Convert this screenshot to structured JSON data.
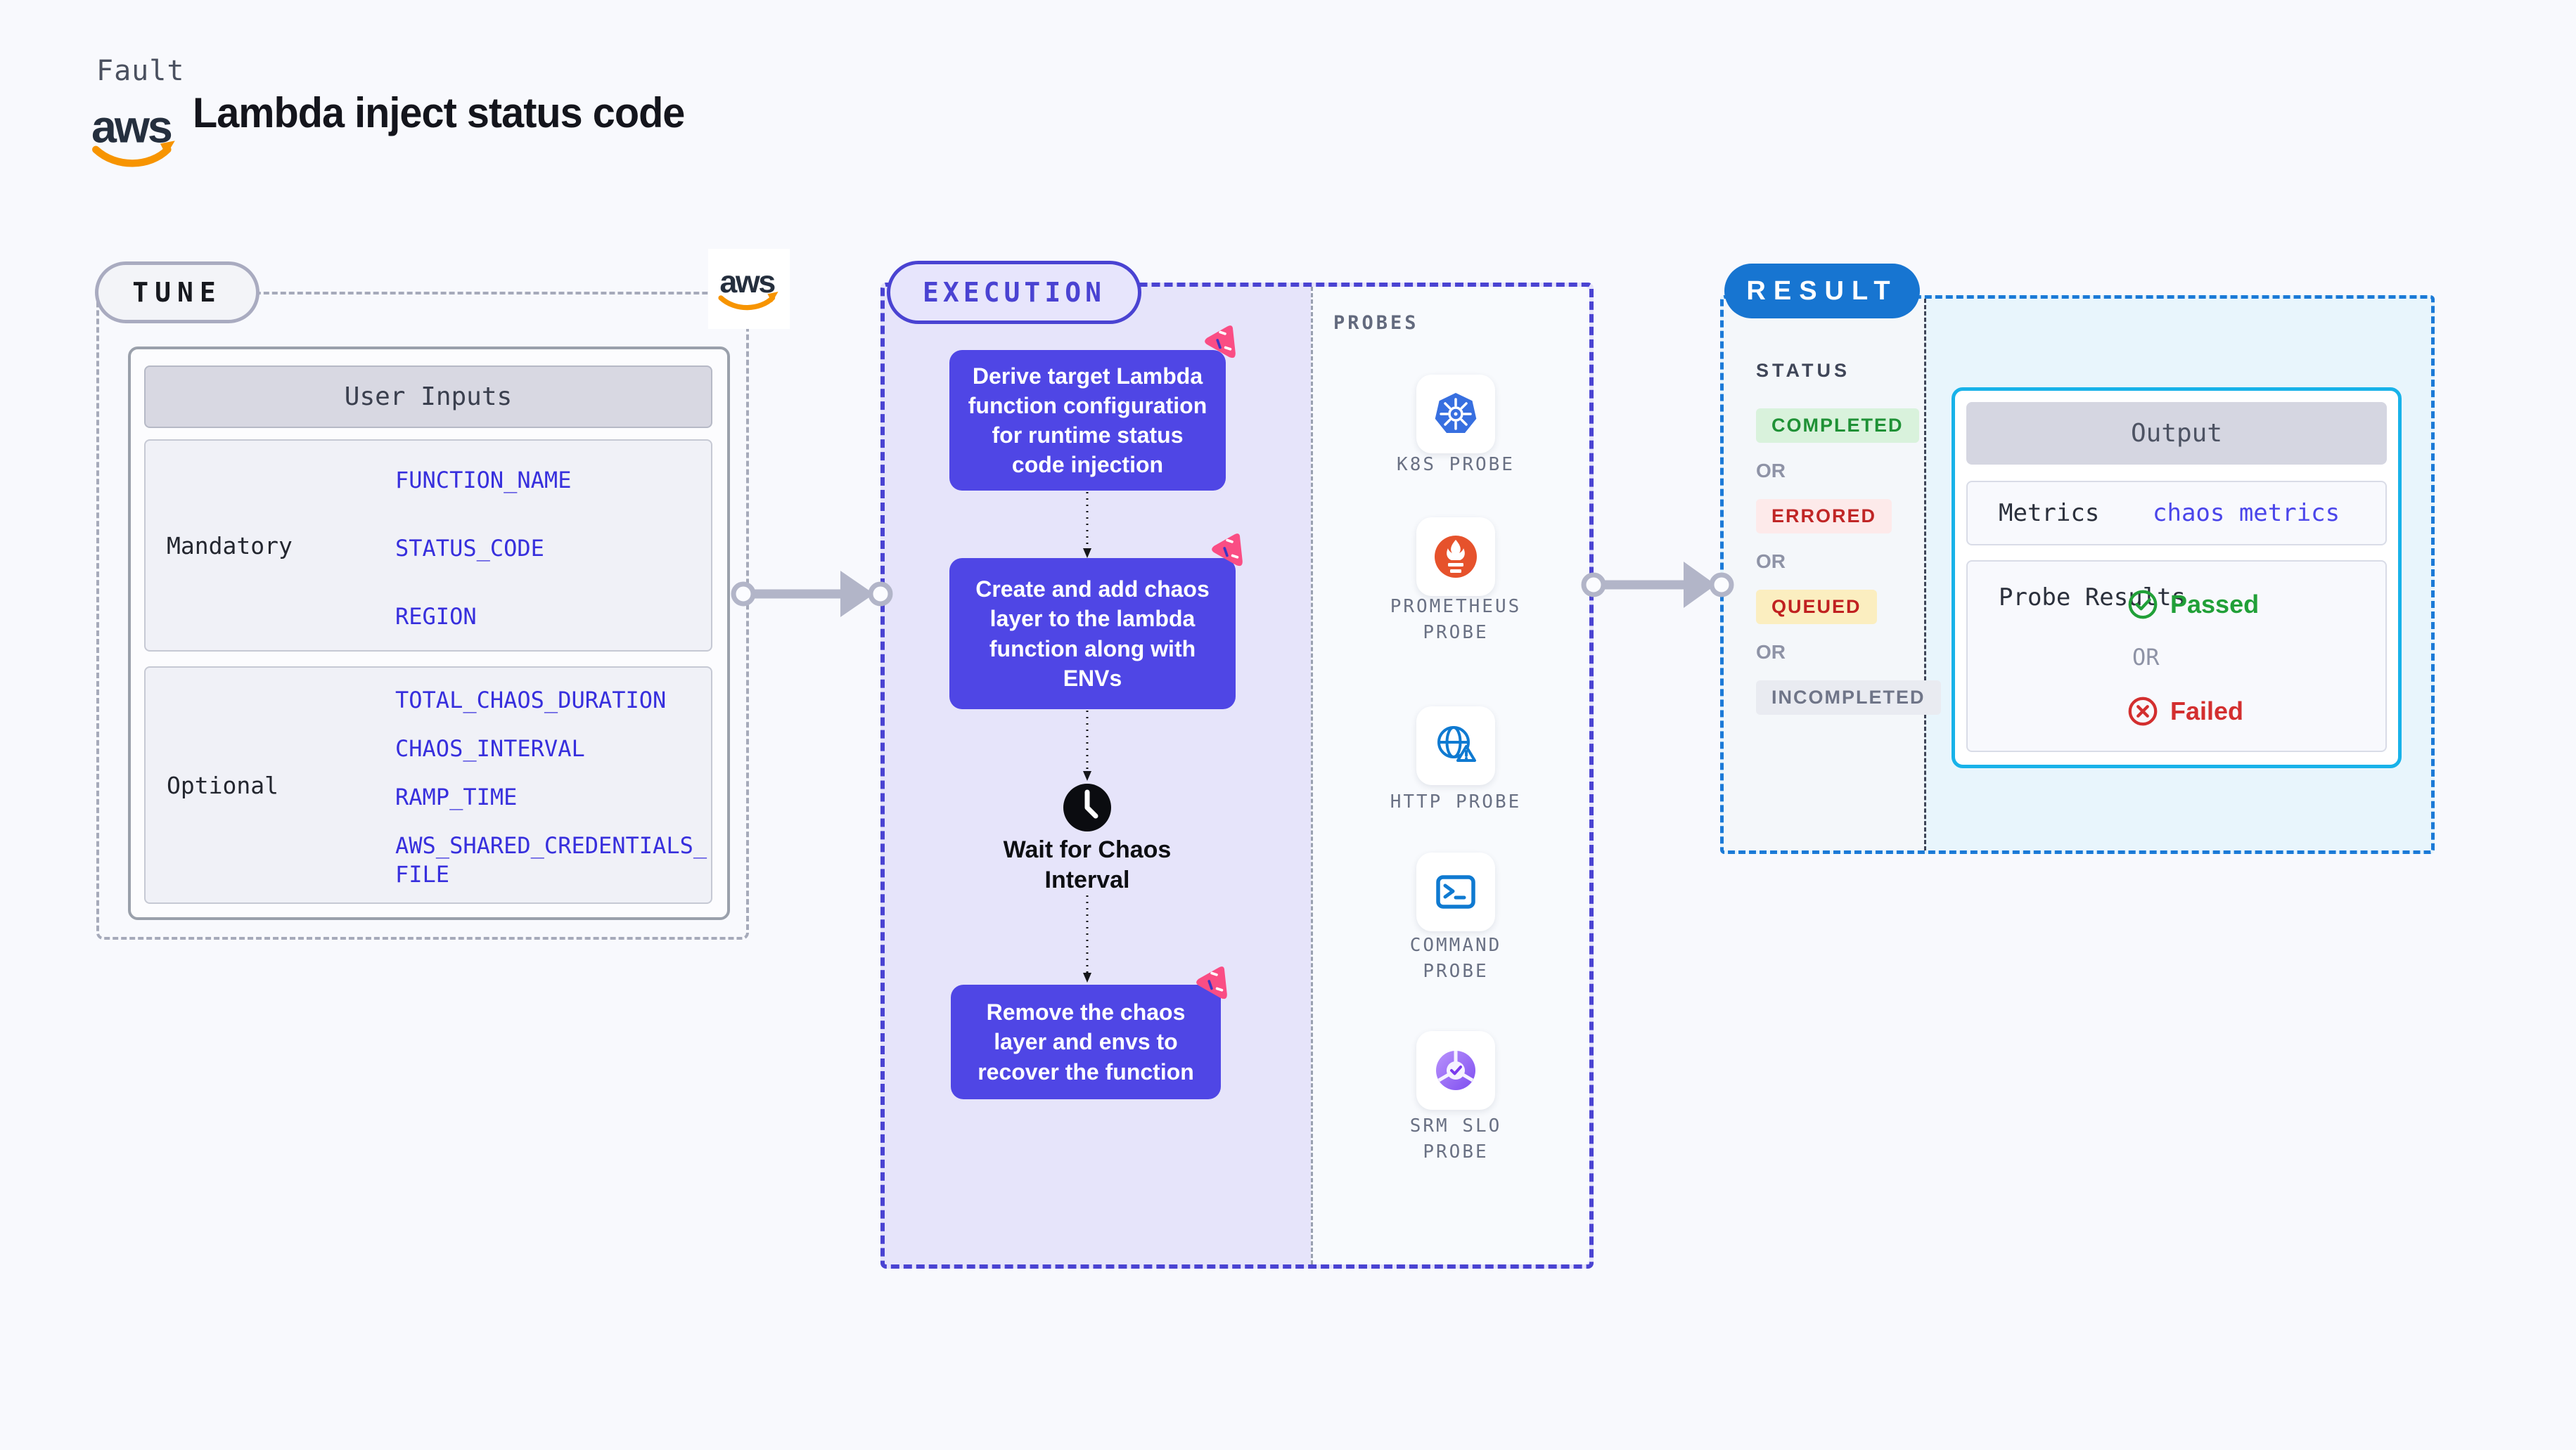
{
  "header": {
    "eyebrow": "Fault",
    "title": "Lambda inject status code",
    "brand": "aws"
  },
  "colors": {
    "accent_purple": "#4f46e5",
    "execution_border": "#4a43d2",
    "lavender_bg": "#e6e4fa",
    "result_blue": "#1775d1",
    "output_border": "#18b2e9",
    "success_green": "#21a038",
    "error_red": "#d32f2f",
    "queued_bg": "#fbeec0",
    "completed_bg": "#d9f2dc",
    "link_blue": "#372fdd",
    "brand_orange": "#f79400",
    "chaos_pink": "#fa4d84"
  },
  "tune": {
    "badge": "TUNE",
    "user_inputs": {
      "title": "User Inputs",
      "groups": [
        {
          "label": "Mandatory",
          "items": [
            "FUNCTION_NAME",
            "STATUS_CODE",
            "REGION"
          ]
        },
        {
          "label": "Optional",
          "items": [
            "TOTAL_CHAOS_DURATION",
            "CHAOS_INTERVAL",
            "RAMP_TIME",
            "AWS_SHARED_CREDENTIALS_FILE"
          ]
        }
      ]
    }
  },
  "execution": {
    "badge": "EXECUTION",
    "steps": [
      {
        "text": "Derive target Lambda function configuration for runtime status code injection"
      },
      {
        "text": "Create and add chaos layer to the lambda function along with ENVs"
      },
      {
        "text": "Remove the chaos layer and envs to recover the function"
      }
    ],
    "wait_label": "Wait for Chaos Interval",
    "probes": {
      "title": "PROBES",
      "items": [
        {
          "label": "K8S PROBE",
          "icon": "kubernetes-icon"
        },
        {
          "label": "PROMETHEUS PROBE",
          "icon": "prometheus-icon"
        },
        {
          "label": "HTTP PROBE",
          "icon": "http-globe-icon"
        },
        {
          "label": "COMMAND PROBE",
          "icon": "terminal-icon"
        },
        {
          "label": "SRM SLO PROBE",
          "icon": "slo-gauge-icon"
        }
      ]
    }
  },
  "result": {
    "badge": "RESULT",
    "status": {
      "title": "STATUS",
      "or_label": "OR",
      "badges": [
        {
          "label": "COMPLETED",
          "state": "completed"
        },
        {
          "label": "ERRORED",
          "state": "errored"
        },
        {
          "label": "QUEUED",
          "state": "queued"
        },
        {
          "label": "INCOMPLETED",
          "state": "incompleted"
        }
      ]
    },
    "output": {
      "title": "Output",
      "metrics_label": "Metrics",
      "metrics_value": "chaos metrics",
      "probe_results_label": "Probe Results",
      "passed_label": "Passed",
      "or_label": "OR",
      "failed_label": "Failed"
    }
  }
}
